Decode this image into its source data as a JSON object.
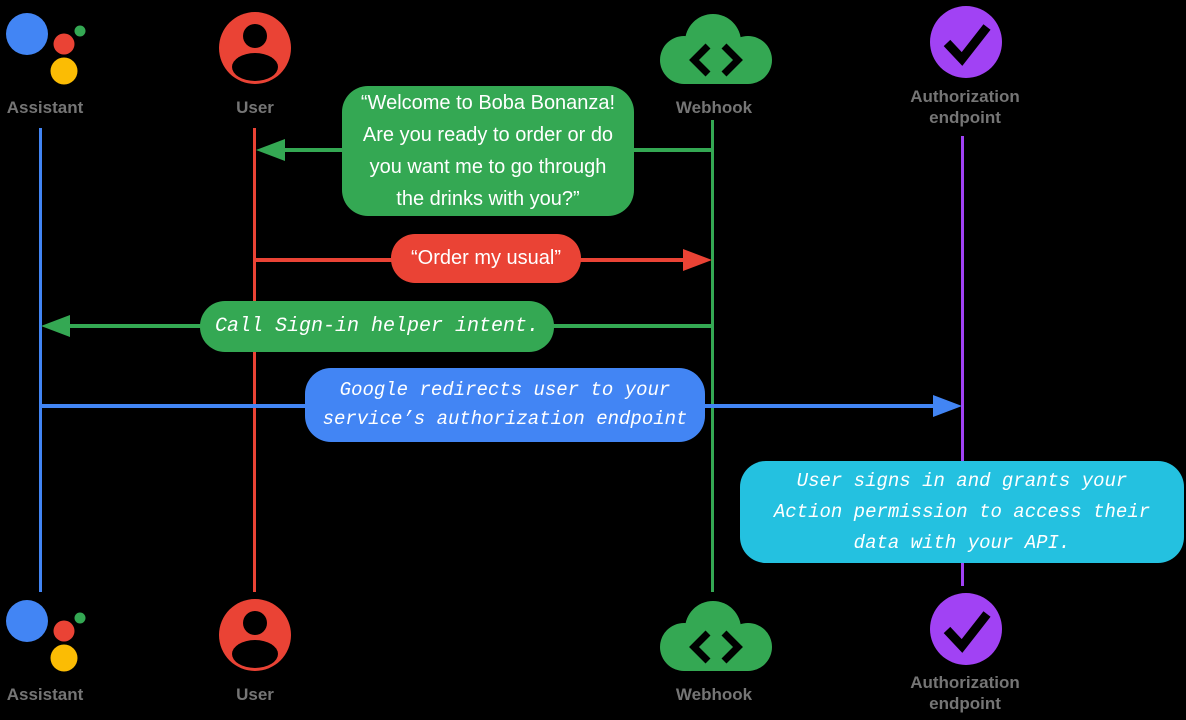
{
  "palette": {
    "background": "#000000",
    "assistant_blue": "#4285F4",
    "user_red": "#EA4335",
    "webhook_green": "#34A853",
    "authorization_purple": "#A142F4",
    "info_cyan": "#24C1E0",
    "assistant_yellow": "#FBBC04",
    "label_gray": "#757575",
    "message_text": "#FFFFFF"
  },
  "actors": {
    "assistant": {
      "label": "Assistant",
      "icon": "google-assistant-icon",
      "color": "#4285F4"
    },
    "user": {
      "label": "User",
      "icon": "person-icon",
      "color": "#EA4335"
    },
    "webhook": {
      "label": "Webhook",
      "icon": "cloud-code-icon",
      "color": "#34A853"
    },
    "authorization": {
      "label": "Authorization endpoint",
      "icon": "check-circle-icon",
      "color": "#A142F4"
    }
  },
  "messages": [
    {
      "id": "welcome",
      "from": "webhook",
      "to": "user",
      "direction": "left",
      "style": "speech",
      "color": "#34A853",
      "lines": [
        "“Welcome to Boba Bonanza!",
        "Are you ready to order or do",
        "you want me to go through",
        "the drinks with you?”"
      ]
    },
    {
      "id": "order",
      "from": "user",
      "to": "webhook",
      "direction": "right",
      "style": "speech",
      "color": "#EA4335",
      "lines": [
        "“Order my usual”"
      ]
    },
    {
      "id": "signin-helper",
      "from": "webhook",
      "to": "assistant",
      "direction": "left",
      "style": "code",
      "color": "#34A853",
      "lines": [
        "Call Sign-in helper intent."
      ]
    },
    {
      "id": "redirect",
      "from": "assistant",
      "to": "authorization",
      "direction": "right",
      "style": "code",
      "color": "#4285F4",
      "lines": [
        "Google redirects user to your",
        "service’s authorization endpoint"
      ]
    },
    {
      "id": "grant",
      "from": "authorization",
      "to": "authorization",
      "direction": "none",
      "style": "code",
      "color": "#24C1E0",
      "lines": [
        "User signs in and grants your",
        "Action permission to access their",
        "data with your API."
      ]
    }
  ]
}
